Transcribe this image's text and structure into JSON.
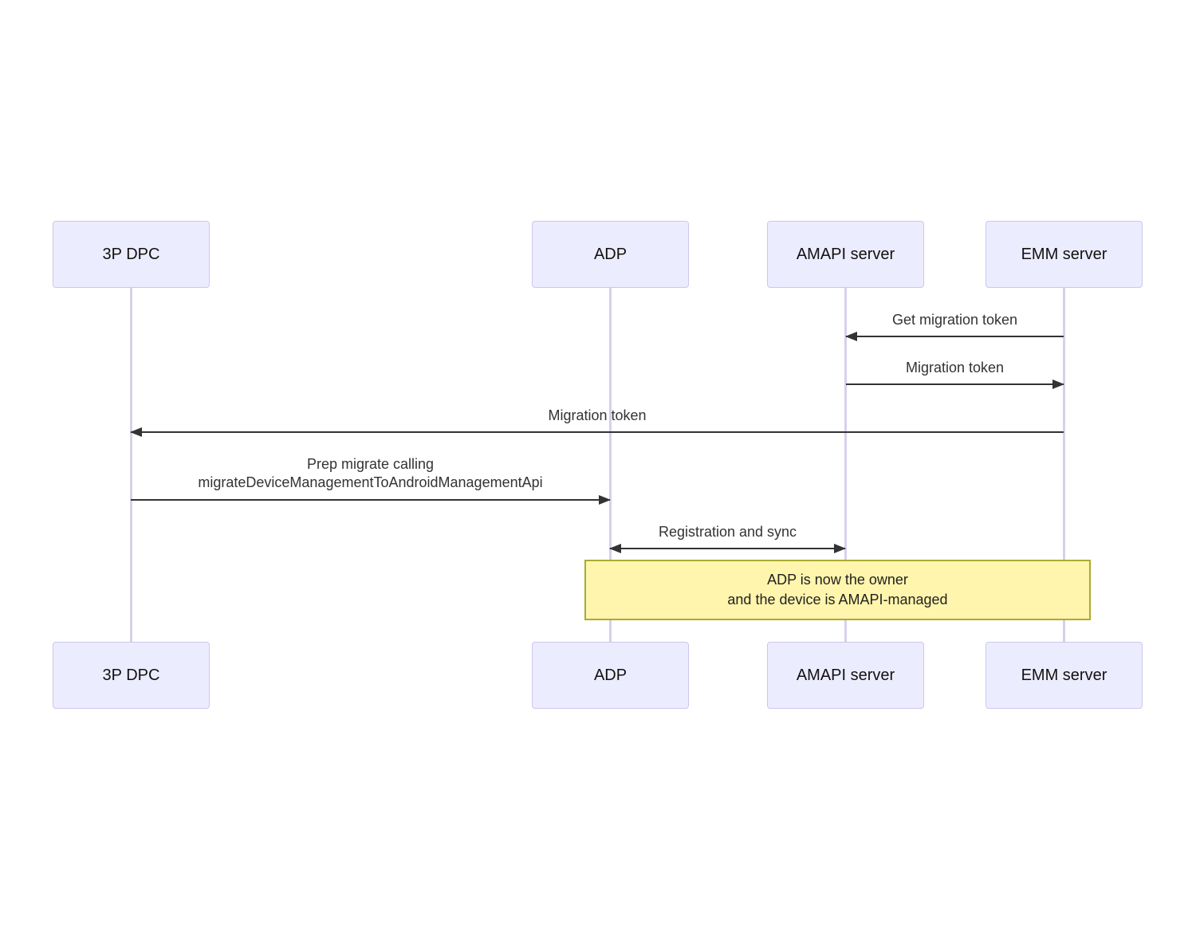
{
  "diagram_type": "sequence-diagram",
  "actors": [
    {
      "id": "3p-dpc",
      "label": "3P DPC"
    },
    {
      "id": "adp",
      "label": "ADP"
    },
    {
      "id": "amapi-server",
      "label": "AMAPI server"
    },
    {
      "id": "emm-server",
      "label": "EMM server"
    }
  ],
  "messages": [
    {
      "label": "Get migration token",
      "from": "EMM server",
      "to": "AMAPI server",
      "arrow_direction": "left"
    },
    {
      "label": "Migration token",
      "from": "AMAPI server",
      "to": "EMM server",
      "arrow_direction": "right"
    },
    {
      "label": "Migration token",
      "from": "EMM server",
      "to": "3P DPC",
      "arrow_direction": "left"
    },
    {
      "label_line1": "Prep migrate calling",
      "label_line2": "migrateDeviceManagementToAndroidManagementApi",
      "from": "3P DPC",
      "to": "ADP",
      "arrow_direction": "right"
    },
    {
      "label": "Registration and sync",
      "from": "ADP",
      "to": "AMAPI server",
      "arrow_direction": "both"
    }
  ],
  "note": {
    "line1": "ADP is now the owner",
    "line2": "and the device is AMAPI-managed",
    "spans_from": "ADP",
    "spans_to": "EMM server"
  },
  "colors": {
    "actor_fill": "#ECECFF",
    "actor_border": "#CFC5EE",
    "lifeline": "#D8CFEC",
    "arrow": "#333333",
    "message_text": "#333333",
    "note_fill": "#FFF5AD",
    "note_border": "#AAAA33"
  }
}
